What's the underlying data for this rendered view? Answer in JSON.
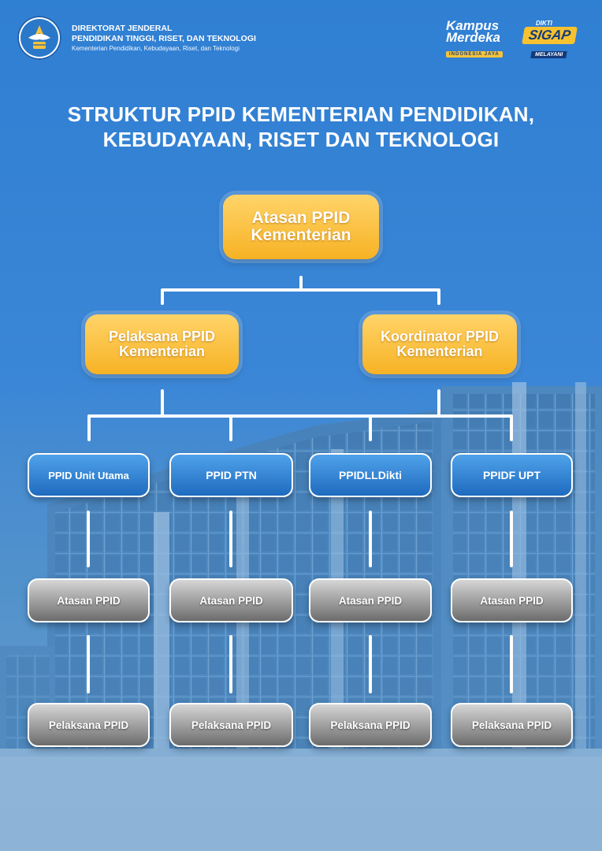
{
  "header": {
    "org_line1": "DIREKTORAT JENDERAL",
    "org_line2": "PENDIDIKAN TINGGI, RISET, DAN TEKNOLOGI",
    "org_line3": "Kementerian Pendidikan, Kebudayaan, Riset, dan Teknologi",
    "kampus_line1": "Kampus",
    "kampus_line2": "Merdeka",
    "kampus_tag": "INDONESIA JAYA",
    "sigap_top": "DIKTI",
    "sigap_main": "SIGAP",
    "sigap_sub": "MELAYANI"
  },
  "title": {
    "line1": "STRUKTUR PPID KEMENTERIAN PENDIDIKAN,",
    "line2": "KEBUDAYAAN, RISET DAN TEKNOLOGI"
  },
  "diagram": {
    "root": {
      "line1": "Atasan PPID",
      "line2": "Kementerian"
    },
    "level2": [
      {
        "line1": "Pelaksana PPID",
        "line2": "Kementerian"
      },
      {
        "line1": "Koordinator PPID",
        "line2": "Kementerian"
      }
    ],
    "units": [
      {
        "label": "PPID Unit Utama"
      },
      {
        "label": "PPID PTN"
      },
      {
        "label": "PPIDLLDikti"
      },
      {
        "label": "PPIDF UPT"
      }
    ],
    "atasan": [
      {
        "label": "Atasan PPID"
      },
      {
        "label": "Atasan PPID"
      },
      {
        "label": "Atasan PPID"
      },
      {
        "label": "Atasan PPID"
      }
    ],
    "pelaksana": [
      {
        "label": "Pelaksana PPID"
      },
      {
        "label": "Pelaksana PPID"
      },
      {
        "label": "Pelaksana PPID"
      },
      {
        "label": "Pelaksana PPID"
      }
    ]
  }
}
